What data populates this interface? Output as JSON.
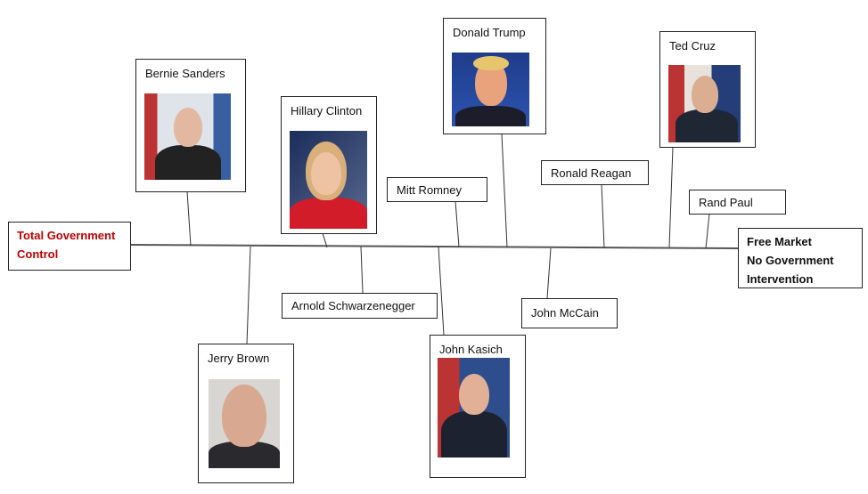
{
  "axis": {
    "left_label": [
      "Total Government",
      "Control"
    ],
    "right_label": [
      "Free Market",
      "No Government",
      "Intervention"
    ],
    "left_color": "#c00000",
    "right_color": "#111111"
  },
  "people": {
    "bernie": "Bernie Sanders",
    "hillary": "Hillary Clinton",
    "mitt": "Mitt Romney",
    "trump": "Donald Trump",
    "reagan": "Ronald Reagan",
    "cruz": "Ted Cruz",
    "rand": "Rand Paul",
    "arnold": "Arnold Schwarzenegger",
    "brown": "Jerry Brown",
    "kasich": "John Kasich",
    "mccain": "John McCain"
  }
}
